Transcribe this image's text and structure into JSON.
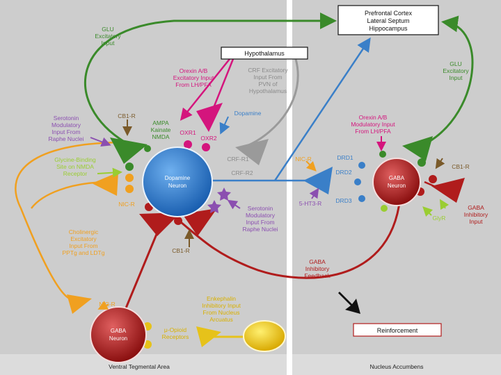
{
  "regions": {
    "left": "Ventral Tegmental Area",
    "right": "Nucleus Accumbens"
  },
  "boxes": {
    "targets": [
      "Prefrontal Cortex",
      "Lateral Septum",
      "Hippocampus"
    ],
    "hypothalamus": "Hypothalamus",
    "reinforcement": "Reinforcement"
  },
  "neurons": {
    "dopamine": [
      "Dopamine",
      "Neuron"
    ],
    "gaba_nac": [
      "GABA",
      "Neuron"
    ],
    "gaba_vta": [
      "GABA",
      "Neuron"
    ],
    "enkephalin_label": ""
  },
  "labels": {
    "glu_left": [
      "GLU",
      "Excitatory",
      "Input"
    ],
    "glu_right": [
      "GLU",
      "Excitatory",
      "Input"
    ],
    "orexin_vta": [
      "Orexin A/B",
      "Excitatory Input",
      "From LH/PFA"
    ],
    "crf": [
      "CRF Excitatory",
      "Input From",
      "PVN of",
      "Hypothalamus"
    ],
    "serotonin_left": [
      "Serotonin",
      "Modulatory",
      "Input From",
      "Raphe Nuclei"
    ],
    "cb1_top": "CB1-R",
    "ampa": [
      "AMPA",
      "Kainate",
      "NMDA"
    ],
    "oxr1": "OXR1",
    "oxr2": "OXR2",
    "dopamine_in": "Dopamine",
    "crf_r1": "CRF-R1",
    "crf_r2": "CRF-R2",
    "glycine": [
      "Glycine-Binding",
      "Site on NMDA",
      "Receptor"
    ],
    "nic_r_left": "NIC-R",
    "serotonin_low": [
      "Serotonin",
      "Modulatory",
      "Input From",
      "Raphe Nuclei"
    ],
    "cb1_low": "CB1-R",
    "cholinergic": [
      "Cholinergic",
      "Excitatory",
      "Input From",
      "PPTg and LDTg"
    ],
    "nic_r_bottom": "NIC-R",
    "enkephalin": [
      "Enkephalin",
      "Inhibitory Input",
      "From Nucleus",
      "Arcuatus"
    ],
    "mu_opioid": [
      "μ-Opioid",
      "Receptors"
    ],
    "orexin_nac": [
      "Orexin A/B",
      "Modulatory Input",
      "From LH/PFA"
    ],
    "nic_r_nac": "NIC-R",
    "ht3": "5-HT3-R",
    "drd1": "DRD1",
    "drd2": "DRD2",
    "drd3": "DRD3",
    "cb1_right": "CB1-R",
    "glyr": "GlyR",
    "gaba_inhib_input": [
      "GABA",
      "Inhibitory",
      "Input"
    ],
    "gaba_feedback": [
      "GABA",
      "Inhibitory",
      "Feedback"
    ]
  },
  "colors": {
    "glu": "#3a8a2a",
    "orexin": "#d4157d",
    "crf": "#9a9a9a",
    "dopamine": "#3a7fc8",
    "serotonin": "#8b4fb0",
    "cb1": "#7a5a2a",
    "cholinergic": "#f0a020",
    "gaba": "#b01c1c",
    "enkephalin": "#e6c21a",
    "glycine": "#9acd32"
  }
}
